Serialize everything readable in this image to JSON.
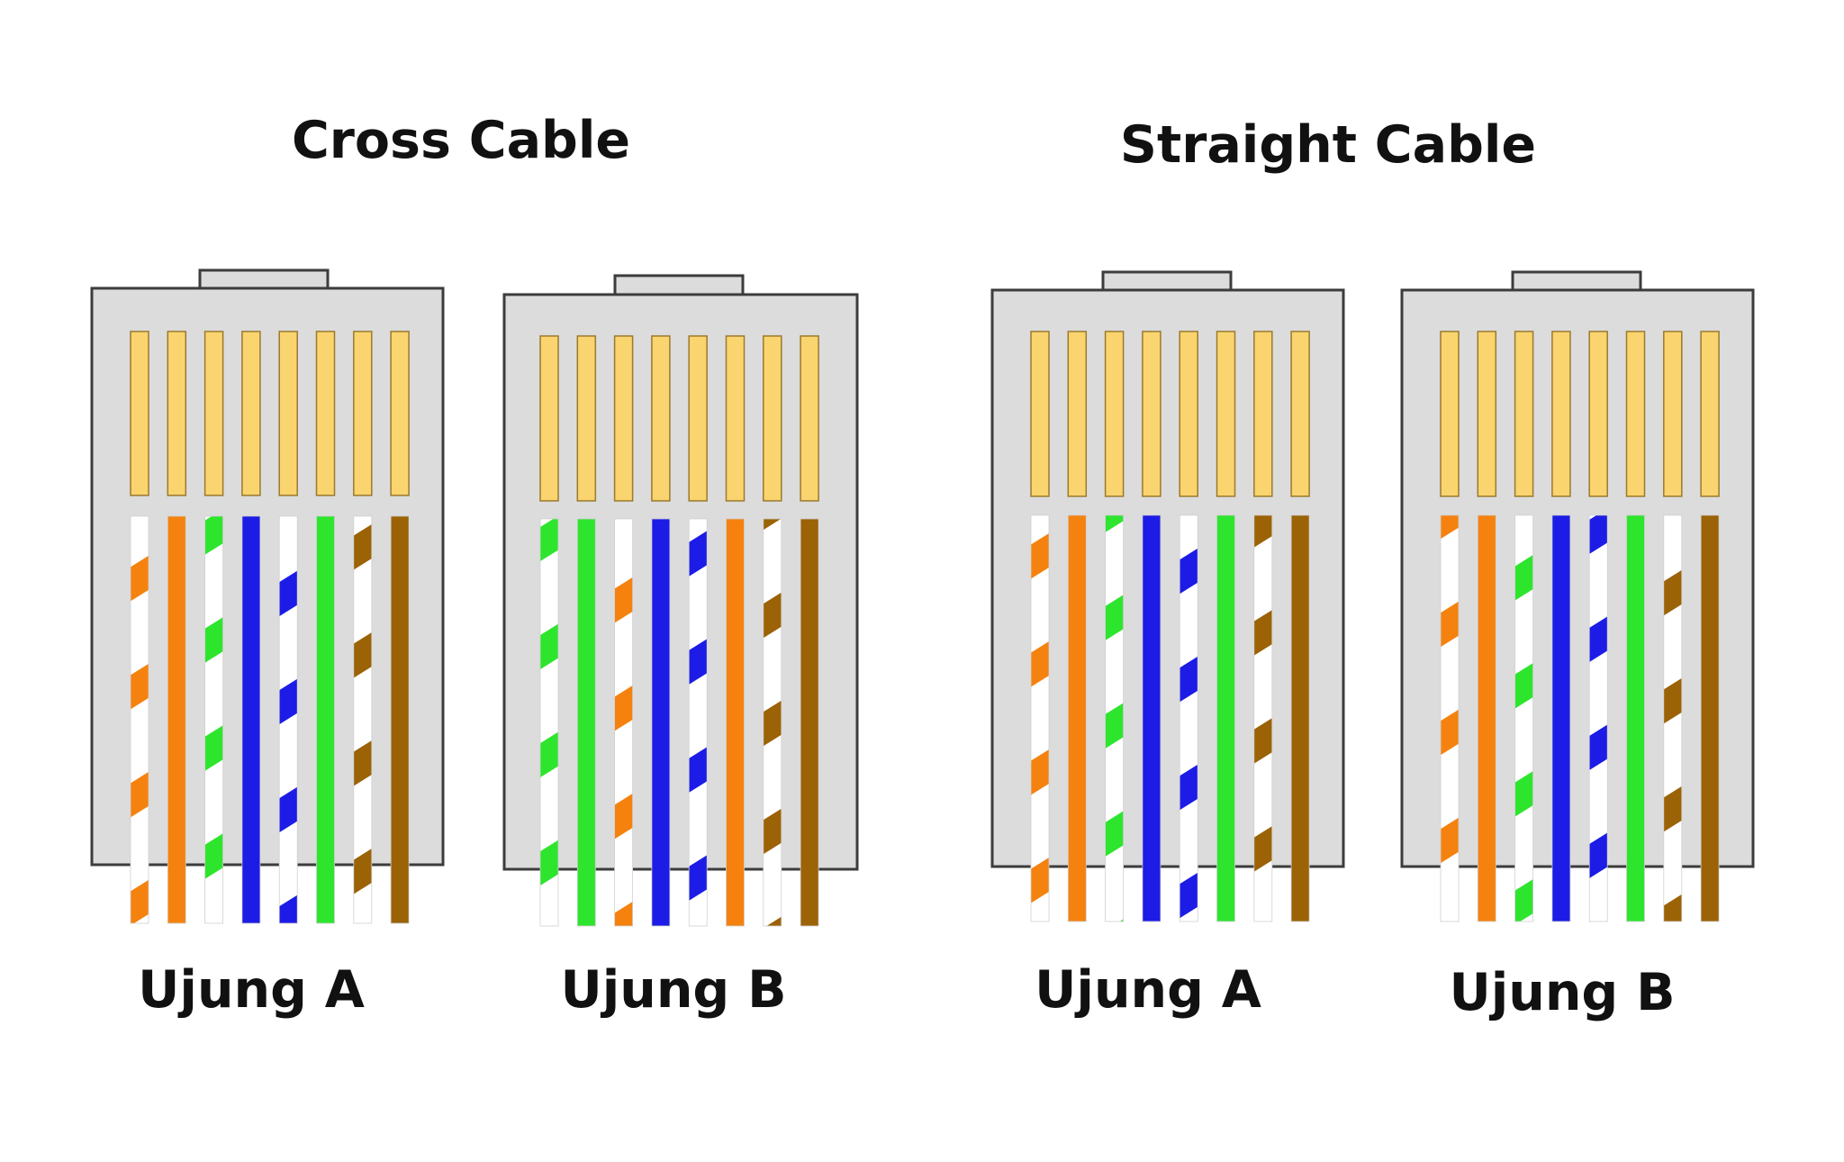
{
  "groups": [
    {
      "title": "Cross Cable",
      "connectors": [
        {
          "label": "Ujung A",
          "standard_wires": [
            "white-orange",
            "orange",
            "white-green",
            "blue",
            "white-blue",
            "green",
            "white-brown",
            "brown"
          ]
        },
        {
          "label": "Ujung B",
          "standard_wires": [
            "white-green",
            "green",
            "white-orange",
            "blue",
            "white-blue",
            "orange",
            "white-brown",
            "brown"
          ]
        }
      ]
    },
    {
      "title": "Straight Cable",
      "connectors": [
        {
          "label": "Ujung A",
          "standard_wires": [
            "white-orange",
            "orange",
            "white-green",
            "blue",
            "white-blue",
            "green",
            "white-brown",
            "brown"
          ]
        },
        {
          "label": "Ujung B",
          "standard_wires": [
            "white-orange",
            "orange",
            "white-green",
            "blue",
            "white-blue",
            "green",
            "white-brown",
            "brown"
          ]
        }
      ]
    }
  ],
  "colors": {
    "orange": "#f5820f",
    "green": "#2ee52e",
    "blue": "#1c1ce6",
    "brown": "#9b6206",
    "white": "#ffffff",
    "connector_body": "#dcdcdc",
    "connector_outline": "#3c3c3c",
    "pin": "#fad46e",
    "pin_outline": "#9a7a2e"
  }
}
